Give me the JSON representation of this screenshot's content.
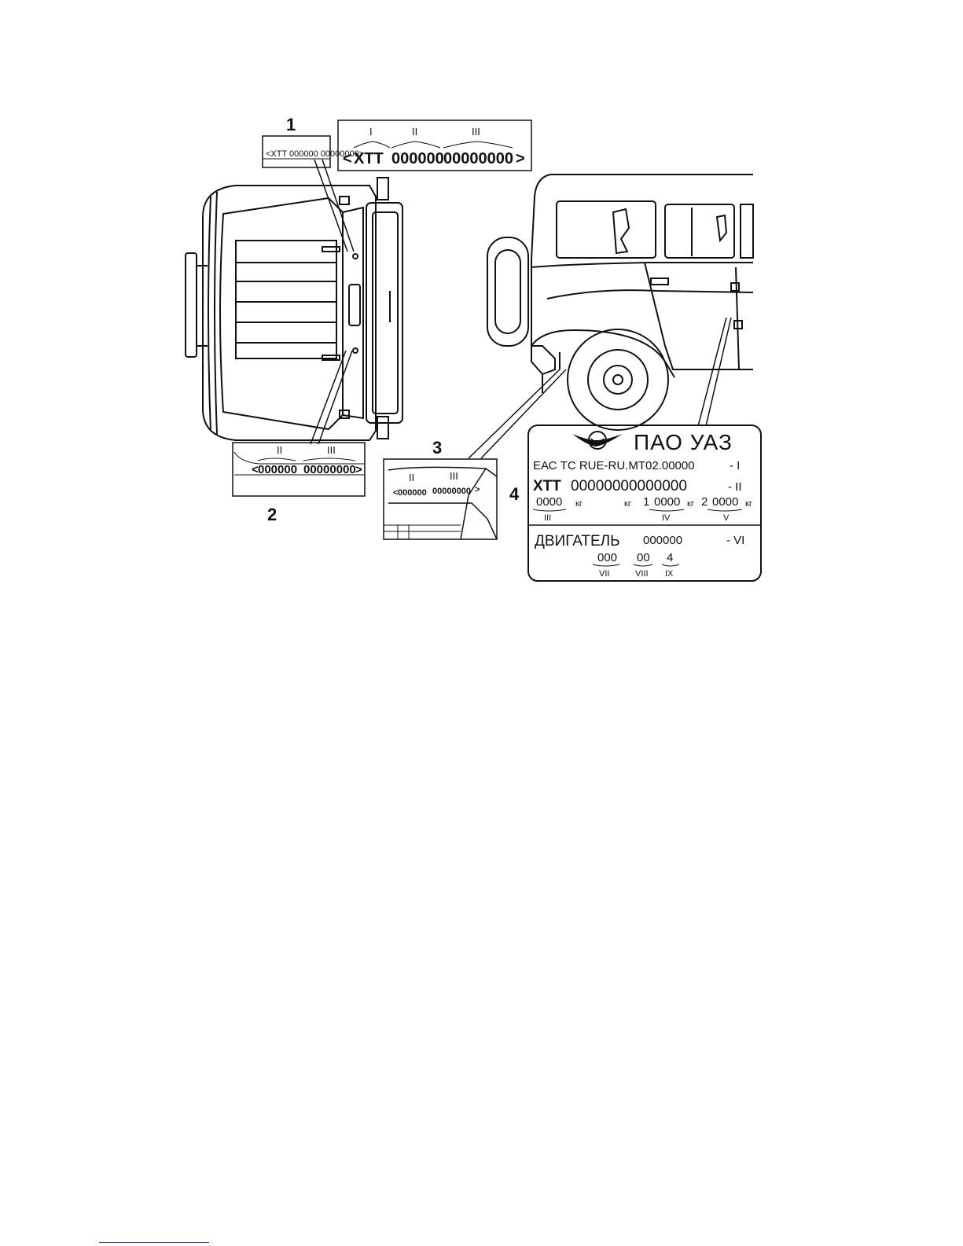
{
  "callouts": {
    "c1": "1",
    "c2": "2",
    "c3": "3",
    "c4": "4"
  },
  "vin_label_1": {
    "roman_1": "I",
    "roman_2": "II",
    "roman_3": "III",
    "prefix": "XTT",
    "part_2": "000000",
    "part_3": "00000000",
    "tiny": "<XTT 000000 00000000>"
  },
  "vin_label_2": {
    "roman_2": "II",
    "roman_3": "III",
    "part_2": "000000",
    "part_3": "00000000"
  },
  "vin_label_3": {
    "roman_2": "II",
    "roman_3": "III",
    "part_2": "000000",
    "part_3": "00000000"
  },
  "plate": {
    "brand": "ПАО УАЗ",
    "approval": "ЕАС ТС RUE-RU.MT02.00000",
    "approval_marker": "- I",
    "vin_prefix": "XTT",
    "vin_number": "00000000000000",
    "vin_marker": "- II",
    "mass_total": "0000",
    "unit_kg": "кг",
    "axle_1_label": "1",
    "axle_1_mass": "0000",
    "axle_2_label": "2",
    "axle_2_mass": "0000",
    "marker_III": "III",
    "marker_IV": "IV",
    "marker_V": "V",
    "engine_label": "ДВИГАТЕЛЬ",
    "engine_number": "000000",
    "engine_marker": "- VI",
    "field_VII": "000",
    "field_VIII": "00",
    "field_IX": "4",
    "marker_VII": "VII",
    "marker_VIII": "VIII",
    "marker_IX": "IX"
  },
  "icons": [
    "uaz-logo-icon",
    "vehicle-top-view",
    "vehicle-side-view"
  ]
}
